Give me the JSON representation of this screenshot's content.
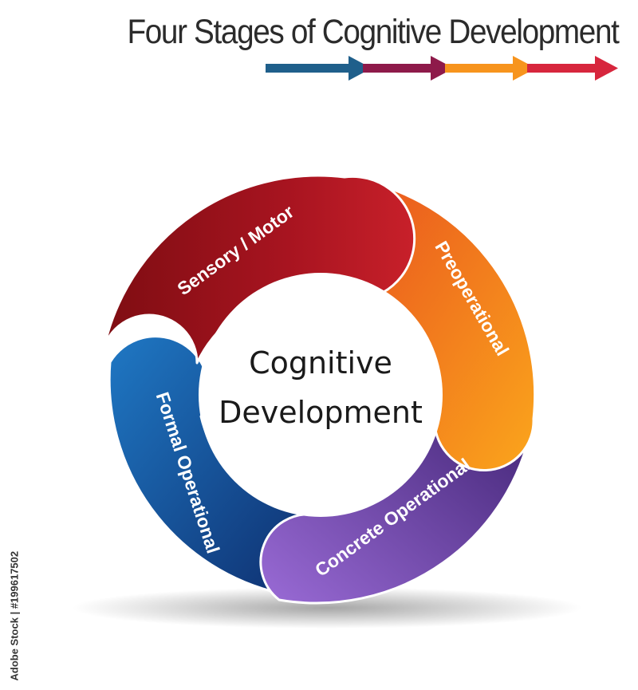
{
  "title": "Four Stages of Cognitive Development",
  "center": {
    "line1": "Cognitive",
    "line2": "Development"
  },
  "stages": [
    {
      "label": "Sensory / Motor",
      "color": "#b5121b"
    },
    {
      "label": "Preoperational",
      "color": "#f7941d"
    },
    {
      "label": "Concrete Operational",
      "color": "#6b3fa0"
    },
    {
      "label": "Formal Operational",
      "color": "#1c4f96"
    }
  ],
  "arrow_colors": [
    "#1f5f8b",
    "#8e1a4a",
    "#f7941d",
    "#d7263d"
  ],
  "watermark": "Adobe Stock | #199617502"
}
